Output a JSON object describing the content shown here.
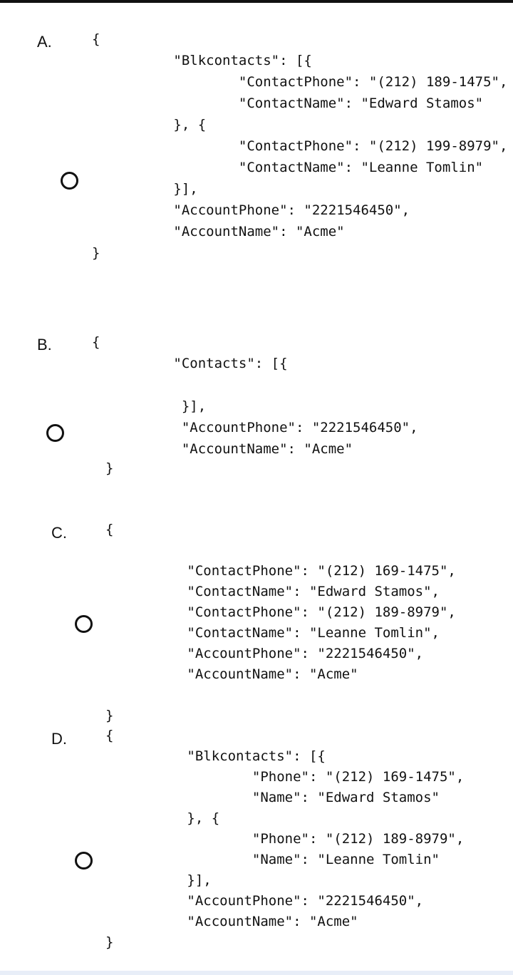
{
  "options": [
    {
      "label": "A.",
      "code_lines": [
        "{",
        "          \"Blkcontacts\": [{",
        "                  \"ContactPhone\": \"(212) 189-1475\",",
        "                  \"ContactName\": \"Edward Stamos\"",
        "          }, {",
        "                  \"ContactPhone\": \"(212) 199-8979\",",
        "                  \"ContactName\": \"Leanne Tomlin\"",
        "          }],",
        "          \"AccountPhone\": \"2221546450\",",
        "          \"AccountName\": \"Acme\"",
        "}"
      ]
    },
    {
      "label": "B.",
      "code_lines": [
        "{",
        "          \"Contacts\": [{",
        "",
        "           }],",
        "           \"AccountPhone\": \"2221546450\",",
        "           \"AccountName\": \"Acme\"",
        "}"
      ]
    },
    {
      "label": "C.",
      "code_lines": [
        "{",
        "",
        "          \"ContactPhone\": \"(212) 169-1475\",",
        "          \"ContactName\": \"Edward Stamos\",",
        "          \"ContactPhone\": \"(212) 189-8979\",",
        "          \"ContactName\": \"Leanne Tomlin\",",
        "          \"AccountPhone\": \"2221546450\",",
        "          \"AccountName\": \"Acme\"",
        "",
        "}"
      ]
    },
    {
      "label": "D.",
      "code_lines": [
        "{",
        "          \"Blkcontacts\": [{",
        "                  \"Phone\": \"(212) 169-1475\",",
        "                  \"Name\": \"Edward Stamos\"",
        "          }, {",
        "                  \"Phone\": \"(212) 189-8979\",",
        "                  \"Name\": \"Leanne Tomlin\"",
        "          }],",
        "          \"AccountPhone\": \"2221546450\",",
        "          \"AccountName\": \"Acme\"",
        "}"
      ]
    }
  ]
}
